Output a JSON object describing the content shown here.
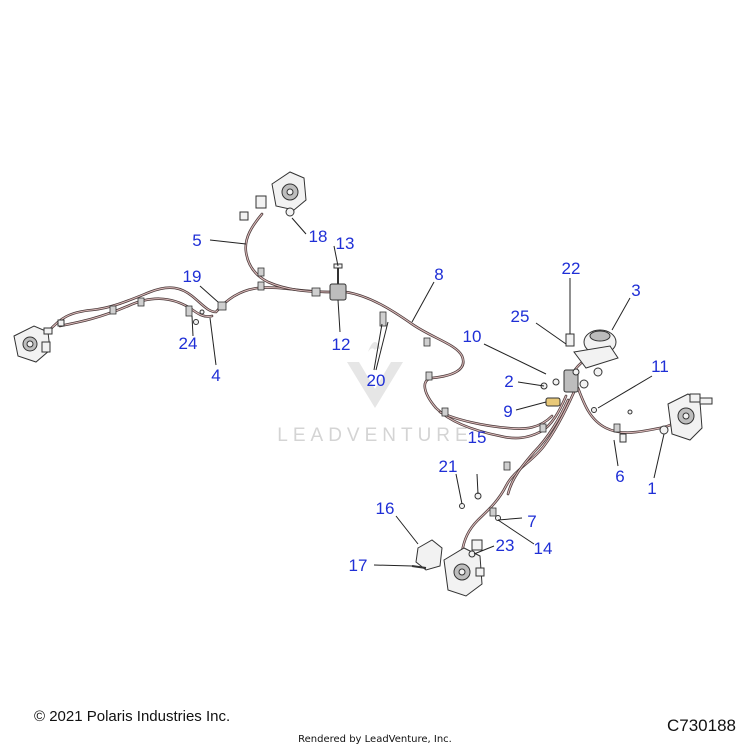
{
  "watermark": {
    "text": "LEADVENTURE"
  },
  "callouts": [
    {
      "id": "1",
      "label": "1"
    },
    {
      "id": "2",
      "label": "2"
    },
    {
      "id": "3",
      "label": "3"
    },
    {
      "id": "4",
      "label": "4"
    },
    {
      "id": "5",
      "label": "5"
    },
    {
      "id": "6",
      "label": "6"
    },
    {
      "id": "7",
      "label": "7"
    },
    {
      "id": "8",
      "label": "8"
    },
    {
      "id": "9",
      "label": "9"
    },
    {
      "id": "10",
      "label": "10"
    },
    {
      "id": "11",
      "label": "11"
    },
    {
      "id": "12",
      "label": "12"
    },
    {
      "id": "13",
      "label": "13"
    },
    {
      "id": "14",
      "label": "14"
    },
    {
      "id": "15",
      "label": "15"
    },
    {
      "id": "16",
      "label": "16"
    },
    {
      "id": "17",
      "label": "17"
    },
    {
      "id": "18",
      "label": "18"
    },
    {
      "id": "19",
      "label": "19"
    },
    {
      "id": "20",
      "label": "20"
    },
    {
      "id": "21",
      "label": "21"
    },
    {
      "id": "22",
      "label": "22"
    },
    {
      "id": "23",
      "label": "23"
    },
    {
      "id": "24",
      "label": "24"
    },
    {
      "id": "25",
      "label": "25"
    }
  ],
  "footer": {
    "copyright": "© 2021 Polaris Industries Inc.",
    "diagram_id": "C730188",
    "rendered_by": "Rendered by LeadVenture, Inc."
  }
}
